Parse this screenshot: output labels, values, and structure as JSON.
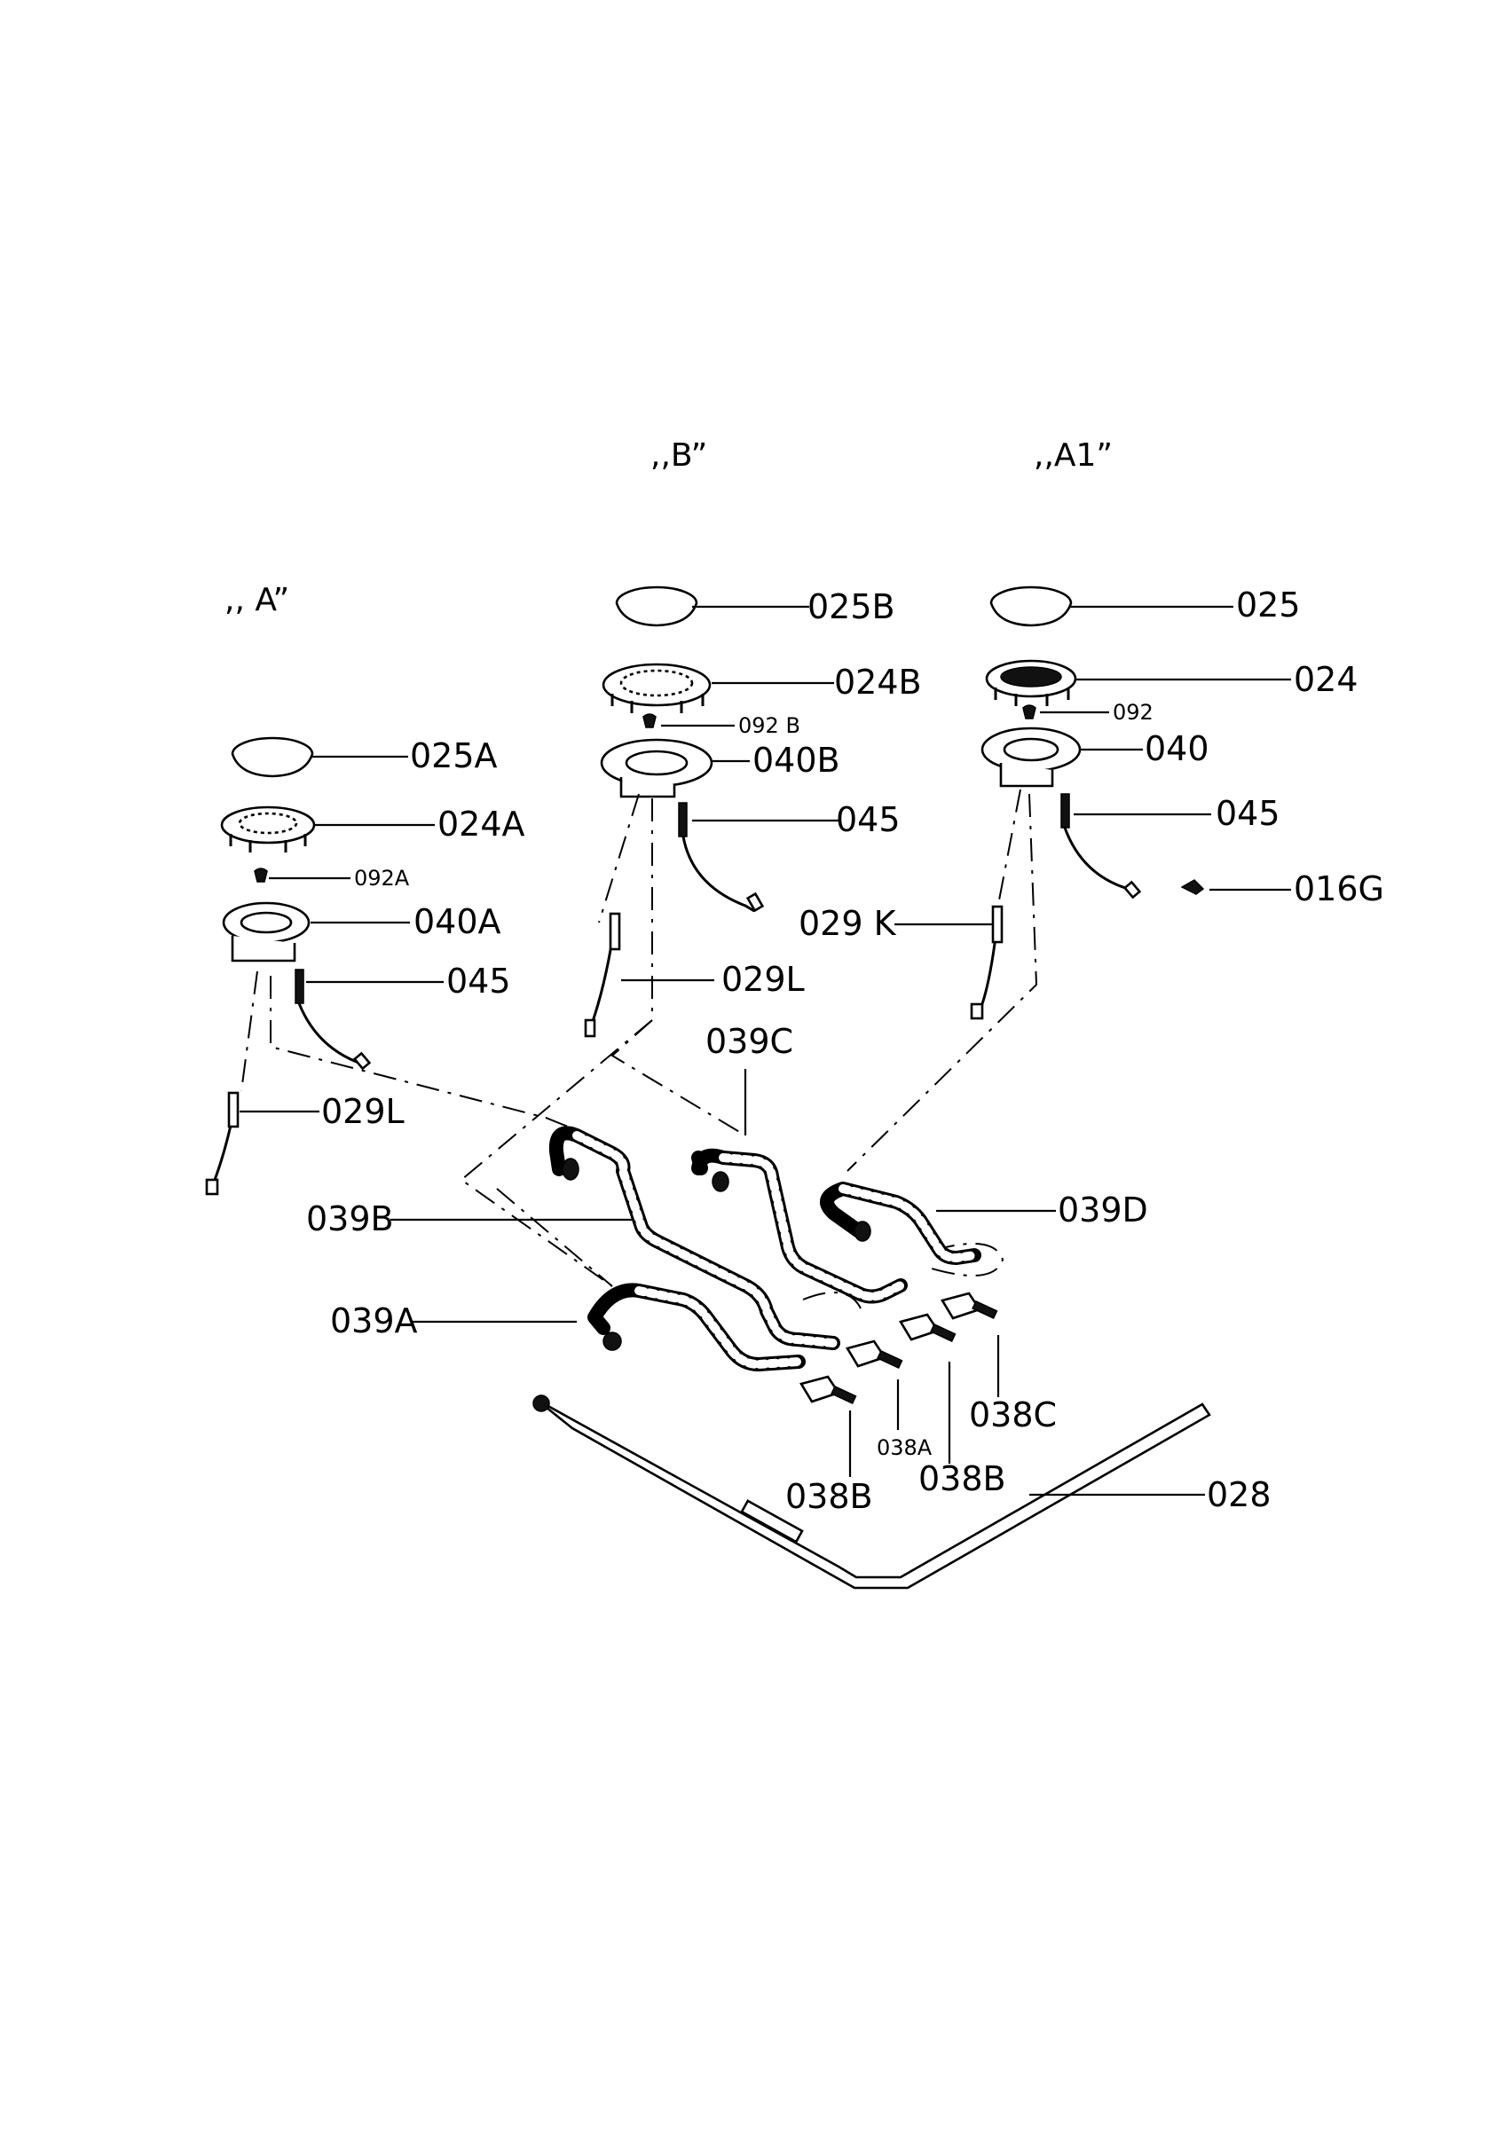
{
  "groups": {
    "a": ",, A”",
    "b": ",,B”",
    "a1": ",,A1”"
  },
  "labels": {
    "l_025B": "025B",
    "l_024B": "024B",
    "l_092B": "092 B",
    "l_040B": "040B",
    "l_045_b": "045",
    "l_025": "025",
    "l_024": "024",
    "l_092": "092",
    "l_040": "040",
    "l_045_a1": "045",
    "l_016G": "016G",
    "l_025A": "025A",
    "l_024A": "024A",
    "l_092A": "092A",
    "l_040A": "040A",
    "l_045_a": "045",
    "l_029K": "029 K",
    "l_029L_b": "029L",
    "l_029L_a": "029L",
    "l_039C": "039C",
    "l_039D": "039D",
    "l_039B": "039B",
    "l_039A": "039A",
    "l_038C": "038C",
    "l_038A": "038A",
    "l_038B_1": "038B",
    "l_038B_2": "038B",
    "l_028": "028"
  }
}
